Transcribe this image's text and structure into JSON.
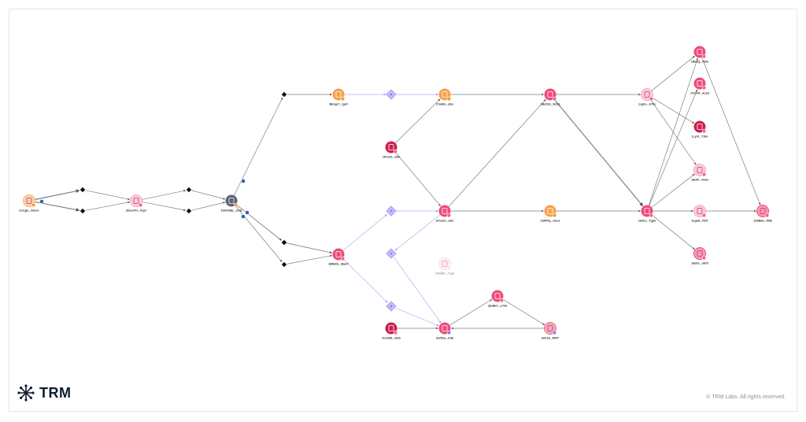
{
  "brand": {
    "name": "TRM"
  },
  "footer": {
    "copyright": "© TRM Labs. All rights reserved."
  },
  "graph": {
    "nodes": [
      {
        "id": "n1",
        "label": "bc1qjn...3mum",
        "kind": "wallet",
        "color": "#f7b071",
        "light": true,
        "badge": "#f59a2b"
      },
      {
        "id": "n2",
        "label": "33sesYH...rKpn",
        "kind": "wallet",
        "color": "#f6a6bd",
        "light": true,
        "badge": "#ff5c8a"
      },
      {
        "id": "n3",
        "label": "1GDmWp...2xdz",
        "kind": "wallet",
        "color": "#5a6377",
        "light": false,
        "badge": "#f59a2b"
      },
      {
        "id": "n4",
        "label": "3Bmgr7...tgcF",
        "kind": "wallet",
        "color": "#f8a04b",
        "light": false,
        "badge": "#f59a2b"
      },
      {
        "id": "n5",
        "label": "3iMkRb...MaoY",
        "kind": "wallet",
        "color": "#ef4b7a",
        "light": false,
        "badge": "#ff5c8a"
      },
      {
        "id": "n6",
        "label": "1Tu6bh...aDu",
        "kind": "wallet",
        "color": "#f8a04b",
        "light": false,
        "badge": "#f59a2b"
      },
      {
        "id": "n7",
        "label": "1Pexsti...Ddk",
        "kind": "wallet",
        "color": "#cc1f4f",
        "light": false,
        "badge": "#ff5c8a"
      },
      {
        "id": "n8",
        "label": "1PncaX...aAri",
        "kind": "wallet",
        "color": "#ef4b7a",
        "light": false,
        "badge": "#ff5c8a"
      },
      {
        "id": "n9",
        "label": "1NWBK...71gb",
        "kind": "wallet",
        "color": "#f4b8c7",
        "light": true,
        "badge": "#f8c4d2",
        "faded": true
      },
      {
        "id": "n10",
        "label": "1BdJ28...Wzz6",
        "kind": "wallet",
        "color": "#ef4b7a",
        "light": false,
        "badge": "#ff5c8a"
      },
      {
        "id": "n11",
        "label": "1SNPfq...u6Lw",
        "kind": "wallet",
        "color": "#f8a04b",
        "light": false,
        "badge": "#f59a2b"
      },
      {
        "id": "n12",
        "label": "1Cwd81...HSb",
        "kind": "wallet",
        "color": "#cc1f4f",
        "light": false,
        "badge": "#ff5c8a"
      },
      {
        "id": "n13",
        "label": "3sZ51a...ic3b",
        "kind": "wallet",
        "color": "#ef4b7a",
        "light": false,
        "badge": "#8a7bf0"
      },
      {
        "id": "n14",
        "label": "3jsaBr1...o74a",
        "kind": "wallet",
        "color": "#ef4b7a",
        "light": false,
        "badge": "#ff5c8a"
      },
      {
        "id": "n15",
        "label": "3oh1w...RWY",
        "kind": "wallet",
        "color": "#e86a8c",
        "light": true,
        "badge": "#8a7bf0"
      },
      {
        "id": "n16",
        "label": "1cghn...b7Ve",
        "kind": "wallet",
        "color": "#f6a6bd",
        "light": true,
        "badge": "#ff5c8a"
      },
      {
        "id": "n17",
        "label": "1Hzh1...Tgp6",
        "kind": "wallet",
        "color": "#ef4b7a",
        "light": false,
        "badge": "#ff5c8a"
      },
      {
        "id": "n18",
        "label": "1NbtCj...Nhfs",
        "kind": "wallet",
        "color": "#ef4b7a",
        "light": false,
        "badge": "#ff5c8a"
      },
      {
        "id": "n19",
        "label": "1VCrHf...aLEd",
        "kind": "wallet",
        "color": "#ef4b7a",
        "light": false,
        "badge": "#ff5c8a"
      },
      {
        "id": "n20",
        "label": "1LyVr...T1kh",
        "kind": "wallet",
        "color": "#cc1f4f",
        "light": false,
        "badge": "#ff5c8a"
      },
      {
        "id": "n21",
        "label": "1BoPr...4mlu",
        "kind": "wallet",
        "color": "#f6a6bd",
        "light": true,
        "badge": "#ff5c8a"
      },
      {
        "id": "n22",
        "label": "1ugaS...P6f7",
        "kind": "wallet",
        "color": "#f6a6bd",
        "light": true,
        "badge": "#ff5c8a"
      },
      {
        "id": "n23",
        "label": "1abbc...uKdt",
        "kind": "wallet",
        "color": "#ef4b7a",
        "light": true,
        "badge": "#ff5c8a"
      },
      {
        "id": "n24",
        "label": "1G6BEe...PB6",
        "kind": "wallet",
        "color": "#ef4b7a",
        "light": true,
        "badge": "#ff5c8a"
      }
    ],
    "junctions": [
      {
        "id": "d1",
        "kind": "diamond"
      },
      {
        "id": "d2",
        "kind": "diamond"
      },
      {
        "id": "d3",
        "kind": "diamond"
      },
      {
        "id": "d4",
        "kind": "diamond"
      },
      {
        "id": "d5",
        "kind": "diamond"
      },
      {
        "id": "d6",
        "kind": "diamond"
      },
      {
        "id": "d7",
        "kind": "diamond"
      },
      {
        "id": "d8",
        "kind": "diamond"
      },
      {
        "id": "p1",
        "kind": "service"
      },
      {
        "id": "p2",
        "kind": "service"
      },
      {
        "id": "p3",
        "kind": "service"
      },
      {
        "id": "p4",
        "kind": "service"
      }
    ],
    "edges": [
      [
        "n1",
        "d1"
      ],
      [
        "n1",
        "d2"
      ],
      [
        "d1",
        "n2"
      ],
      [
        "d2",
        "n2"
      ],
      [
        "n2",
        "d3"
      ],
      [
        "n2",
        "d4"
      ],
      [
        "d3",
        "n3"
      ],
      [
        "d4",
        "n3"
      ],
      [
        "n3",
        "d5"
      ],
      [
        "n3",
        "d6"
      ],
      [
        "n3",
        "d7"
      ],
      [
        "n3",
        "d8"
      ],
      [
        "d5",
        "n4"
      ],
      [
        "d6",
        "n5"
      ],
      [
        "d7",
        "n5"
      ],
      [
        "d8",
        "n5"
      ],
      [
        "n4",
        "p1"
      ],
      [
        "p1",
        "n6"
      ],
      [
        "n5",
        "p2"
      ],
      [
        "p2",
        "n8"
      ],
      [
        "n5",
        "p4"
      ],
      [
        "p4",
        "n13"
      ],
      [
        "n8",
        "p3"
      ],
      [
        "p3",
        "n13"
      ],
      [
        "n7",
        "n6"
      ],
      [
        "n7",
        "n8"
      ],
      [
        "n8",
        "n10"
      ],
      [
        "n6",
        "n10"
      ],
      [
        "n8",
        "n11"
      ],
      [
        "n11",
        "n17"
      ],
      [
        "n10",
        "n16"
      ],
      [
        "n10",
        "n17"
      ],
      [
        "n16",
        "n18"
      ],
      [
        "n16",
        "n20"
      ],
      [
        "n16",
        "n21"
      ],
      [
        "n17",
        "n19"
      ],
      [
        "n17",
        "n21"
      ],
      [
        "n17",
        "n22"
      ],
      [
        "n17",
        "n23"
      ],
      [
        "n17",
        "n18"
      ],
      [
        "n18",
        "n24"
      ],
      [
        "n22",
        "n24"
      ],
      [
        "n12",
        "n13"
      ],
      [
        "n13",
        "n14"
      ],
      [
        "n14",
        "n15"
      ],
      [
        "n15",
        "n13"
      ]
    ]
  }
}
